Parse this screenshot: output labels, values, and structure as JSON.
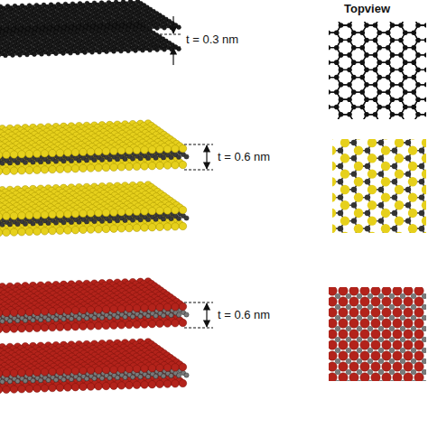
{
  "diagram": {
    "labels": [
      "Topview",
      "t = 0.3 nm",
      "t = 0.6 nm",
      "t = 0.6 nm"
    ]
  }
}
